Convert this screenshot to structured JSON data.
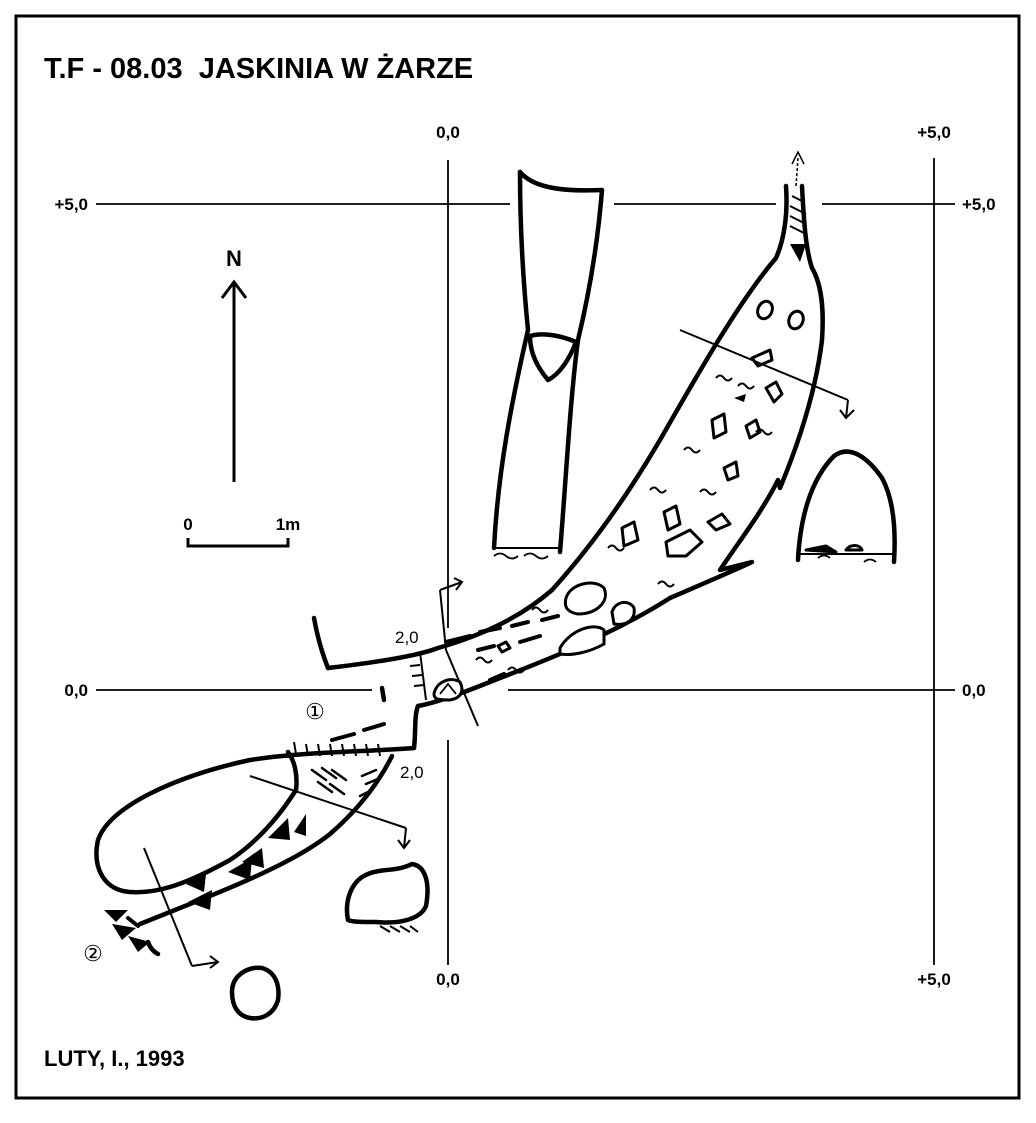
{
  "title": "T.F - 08.03  JASKINIA W ŻARZE",
  "author": "LUTY, I., 1993",
  "north_label": "N",
  "scale": {
    "start": "0",
    "end": "1m"
  },
  "grid": {
    "top_left": "0,0",
    "top_right": "+5,0",
    "bottom_left": "0,0",
    "bottom_right": "+5,0",
    "left_upper": "+5,0",
    "right_upper": "+5,0",
    "left_lower": "0,0",
    "right_lower": "0,0"
  },
  "depths": {
    "upper": "2,0",
    "lower": "2,0"
  },
  "markers": {
    "entrance_1": "①",
    "entrance_2": "②"
  }
}
